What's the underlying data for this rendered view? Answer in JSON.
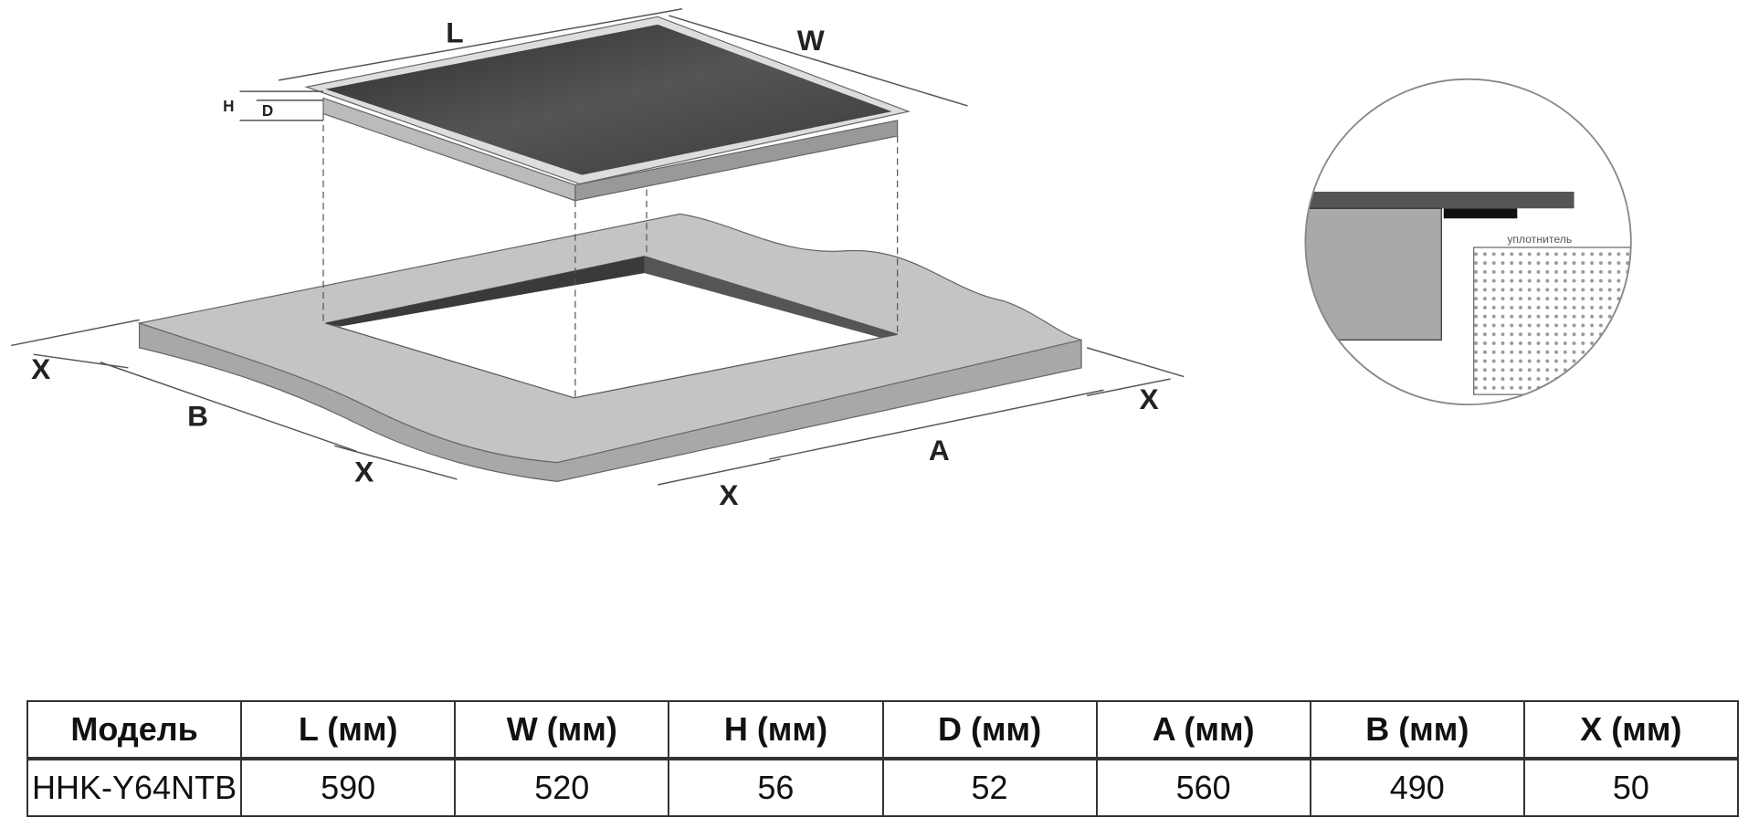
{
  "diagram": {
    "labels": {
      "L": "L",
      "W": "W",
      "H": "H",
      "D": "D",
      "A": "A",
      "B": "B",
      "X": "X"
    },
    "detail_label": "уплотнитель"
  },
  "table": {
    "headers": [
      "Модель",
      "L (мм)",
      "W (мм)",
      "H (мм)",
      "D (мм)",
      "A (мм)",
      "B (мм)",
      "X (мм)"
    ],
    "rows": [
      [
        "HHK-Y64NTB",
        "590",
        "520",
        "56",
        "52",
        "560",
        "490",
        "50"
      ]
    ]
  }
}
